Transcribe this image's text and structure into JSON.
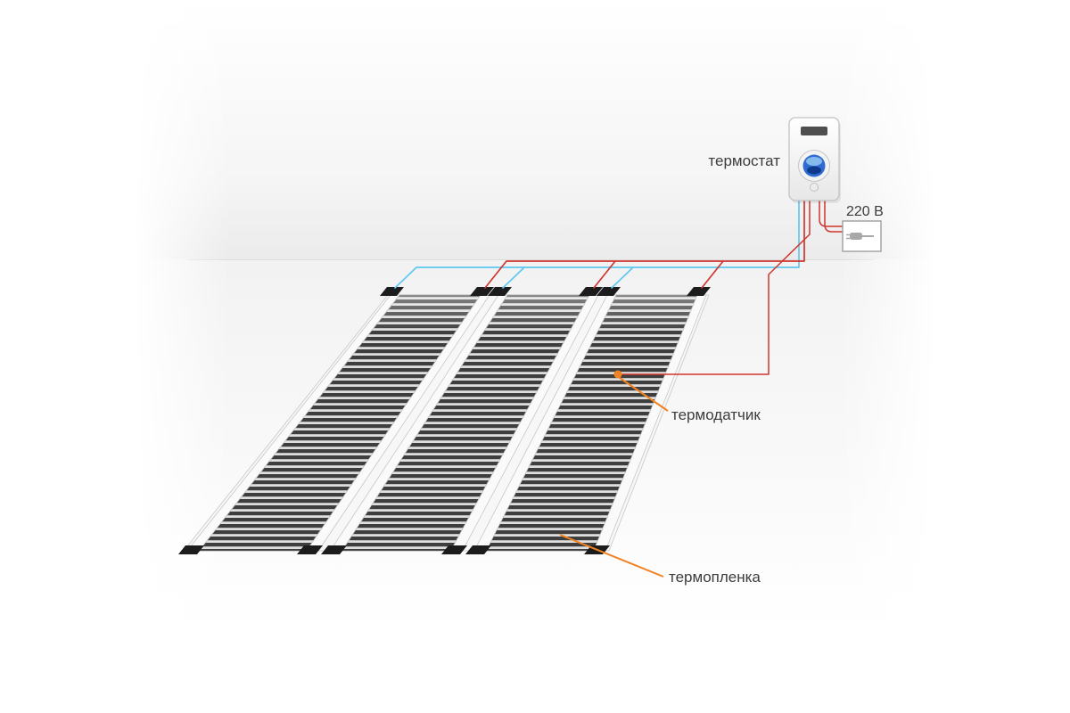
{
  "labels": {
    "thermostat": "термостат",
    "power": "220 В",
    "sensor": "термодатчик",
    "film": "термопленка"
  },
  "colors": {
    "accent_orange": "#f08222",
    "wire_red": "#d0352f",
    "wire_blue": "#5fc8f0",
    "film_stripe": "#3e3e3e",
    "clip_black": "#1c1c1c",
    "bus_bar": "#fafafa",
    "backdrop_gray": "#ebebeb"
  },
  "diagram": {
    "film_panel_count": 3,
    "components": [
      "термостат",
      "термодатчик",
      "термопленка",
      "220 В"
    ]
  }
}
